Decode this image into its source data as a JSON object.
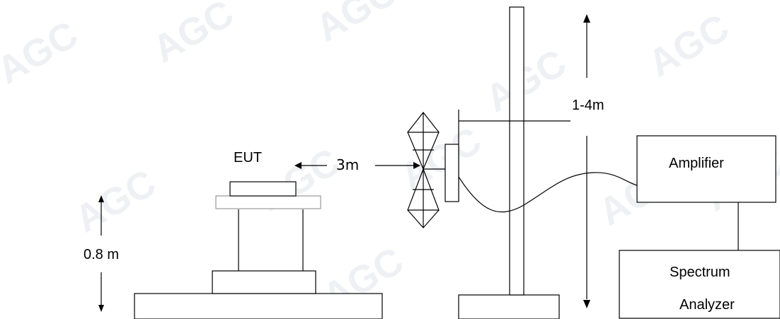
{
  "labels": {
    "eut": "EUT",
    "distance": "3m",
    "table_height": "0.8 m",
    "antenna_height": "1-4m",
    "amplifier": "Amplifier",
    "spectrum_line1": "Spectrum",
    "spectrum_line2": "Analyzer"
  },
  "watermark": {
    "text": "AGC"
  }
}
